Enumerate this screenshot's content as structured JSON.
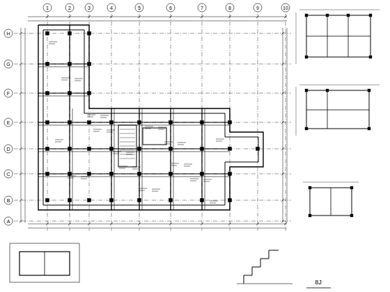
{
  "diagram": {
    "labels": [
      "1",
      "2",
      "3",
      "4",
      "5",
      "6",
      "7",
      "8",
      "9",
      "10",
      "H",
      "G",
      "F",
      "E",
      "D",
      "C",
      "B",
      "A",
      "8J"
    ]
  }
}
